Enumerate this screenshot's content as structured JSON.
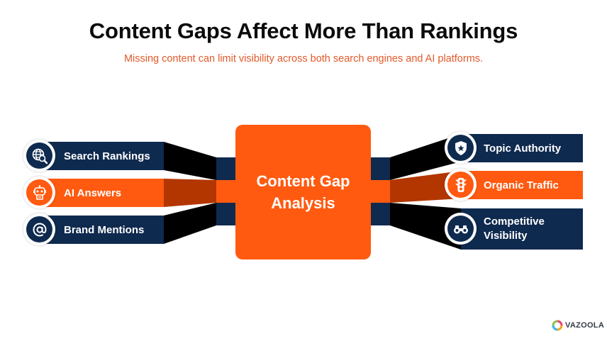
{
  "header": {
    "title": "Content Gaps Affect More Than Rankings",
    "subtitle": "Missing content can limit visibility across both search engines and AI platforms."
  },
  "center": {
    "label": "Content Gap Analysis"
  },
  "left_items": [
    {
      "label": "Search Rankings",
      "icon": "globe-search-icon",
      "color": "#0f2a4f"
    },
    {
      "label": "AI Answers",
      "icon": "robot-icon",
      "color": "#ff5a10"
    },
    {
      "label": "Brand Mentions",
      "icon": "at-sign-icon",
      "color": "#0f2a4f"
    }
  ],
  "right_items": [
    {
      "label": "Topic Authority",
      "icon": "shield-star-icon",
      "color": "#0f2a4f"
    },
    {
      "label": "Organic Traffic",
      "icon": "traffic-light-icon",
      "color": "#ff5a10"
    },
    {
      "label": "Competitive Visibility",
      "icon": "binoculars-icon",
      "color": "#0f2a4f"
    }
  ],
  "brand": {
    "name": "VAZOOLA"
  },
  "colors": {
    "navy": "#0f2a4f",
    "orange": "#ff5a10",
    "subtitle": "#e2592a",
    "connector_dark": "#000000",
    "connector_orange": "#b33600"
  }
}
